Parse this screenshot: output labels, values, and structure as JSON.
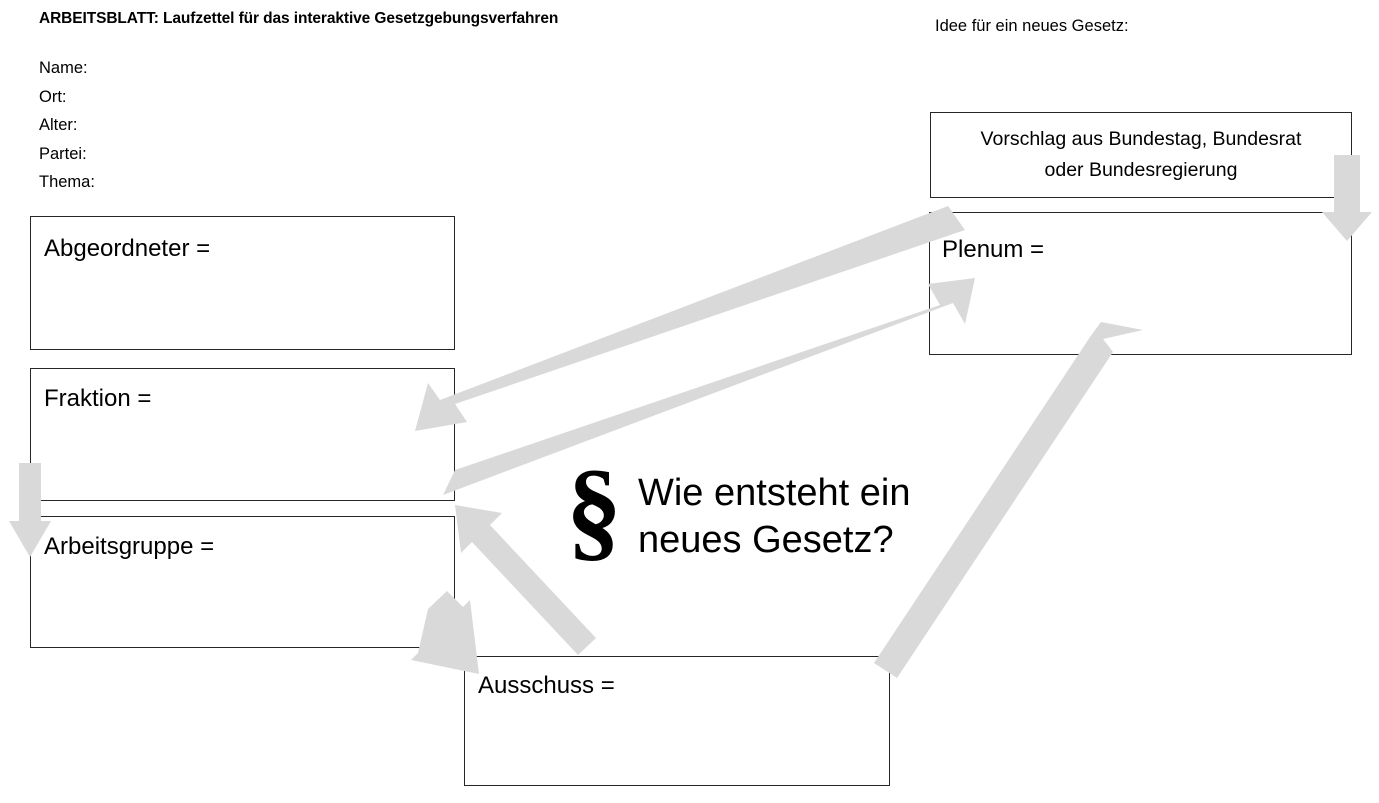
{
  "document": {
    "title": "ARBEITSBLATT: Laufzettel für das interaktive Gesetzgebungsverfahren",
    "idea_label": "Idee für ein neues Gesetz:"
  },
  "meta_fields": [
    {
      "label": "Name:"
    },
    {
      "label": "Ort:"
    },
    {
      "label": "Alter:"
    },
    {
      "label": "Partei:"
    },
    {
      "label": "Thema:"
    }
  ],
  "boxes": {
    "abgeordneter": {
      "label": "Abgeordneter ="
    },
    "fraktion": {
      "label": "Fraktion ="
    },
    "arbeitsgruppe": {
      "label": "Arbeitsgruppe ="
    },
    "ausschuss": {
      "label": "Ausschuss ="
    },
    "plenum": {
      "label": "Plenum ="
    },
    "vorschlag": {
      "line1": "Vorschlag aus Bundestag, Bundesrat",
      "line2": "oder Bundesregierung"
    }
  },
  "center_heading": {
    "symbol": "§",
    "line1": "Wie entsteht ein",
    "line2": "neues Gesetz?"
  },
  "colors": {
    "arrow_fill": "#D9D9D9",
    "box_border": "#262626",
    "text": "#000000",
    "background": "#FFFFFF"
  },
  "arrows": [
    {
      "name": "vorschlag-to-plenum",
      "direction": "down"
    },
    {
      "name": "plenum-to-fraktion",
      "direction": "down-left"
    },
    {
      "name": "fraktion-to-plenum",
      "direction": "up-right"
    },
    {
      "name": "fraktion-to-arbeitsgruppe",
      "direction": "down"
    },
    {
      "name": "arbeitsgruppe-to-ausschuss",
      "direction": "down-right"
    },
    {
      "name": "ausschuss-to-arbeitsgruppe",
      "direction": "up-left"
    },
    {
      "name": "ausschuss-to-plenum",
      "direction": "up-right"
    }
  ]
}
